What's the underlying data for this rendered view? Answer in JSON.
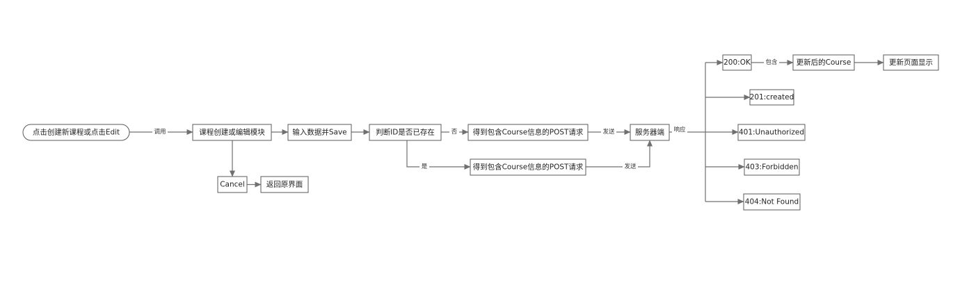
{
  "nodes": {
    "start": "点击创建新课程或点击Edit",
    "module": "课程创建或编辑模块",
    "input_save": "输入数据并Save",
    "check_id": "判断ID是否已存在",
    "post_request_no": "得到包含Course信息的POST请求",
    "post_request_yes": "得到包含Course信息的POST请求",
    "server": "服务器端",
    "cancel": "Cancel",
    "return": "返回原界面",
    "status_200": "200:OK",
    "updated_course": "更新后的Course",
    "update_page": "更新页面显示",
    "status_201": "201:created",
    "status_401": "401:Unauthorized",
    "status_403": "403:Forbidden",
    "status_404": "404:Not Found"
  },
  "edge_labels": {
    "invoke": "调用",
    "no": "否",
    "send_no_branch": "发送",
    "yes": "是",
    "send_yes_branch": "发送",
    "respond": "响应",
    "contains": "包含"
  },
  "colors": {
    "line": "#707070",
    "border": "#5a5a5a",
    "text": "#222222",
    "background": "#ffffff"
  }
}
